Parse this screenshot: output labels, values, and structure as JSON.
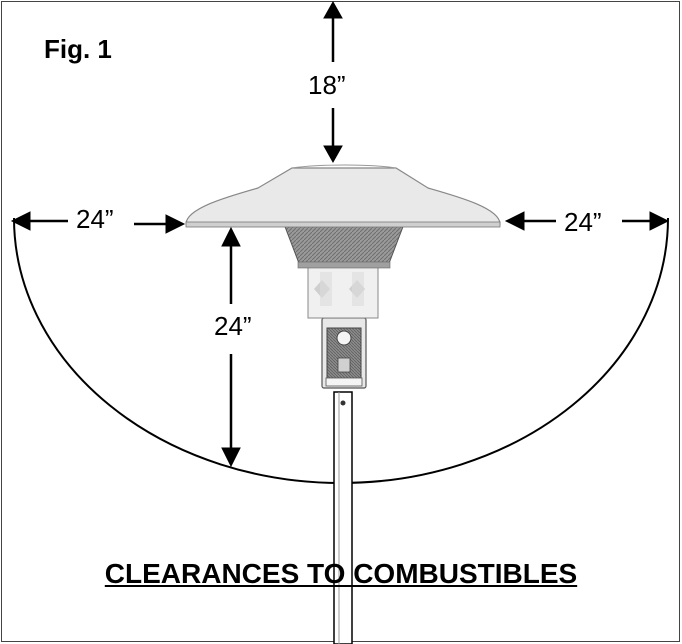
{
  "figure": {
    "label": "Fig. 1",
    "caption": "CLEARANCES TO COMBUSTIBLES"
  },
  "dimensions": {
    "top": "18”",
    "left": "24”",
    "right": "24”",
    "below": "24”"
  },
  "colors": {
    "line": "#000000",
    "heater_body": "#e6e6e6",
    "heater_dark": "#8a8a8a"
  }
}
